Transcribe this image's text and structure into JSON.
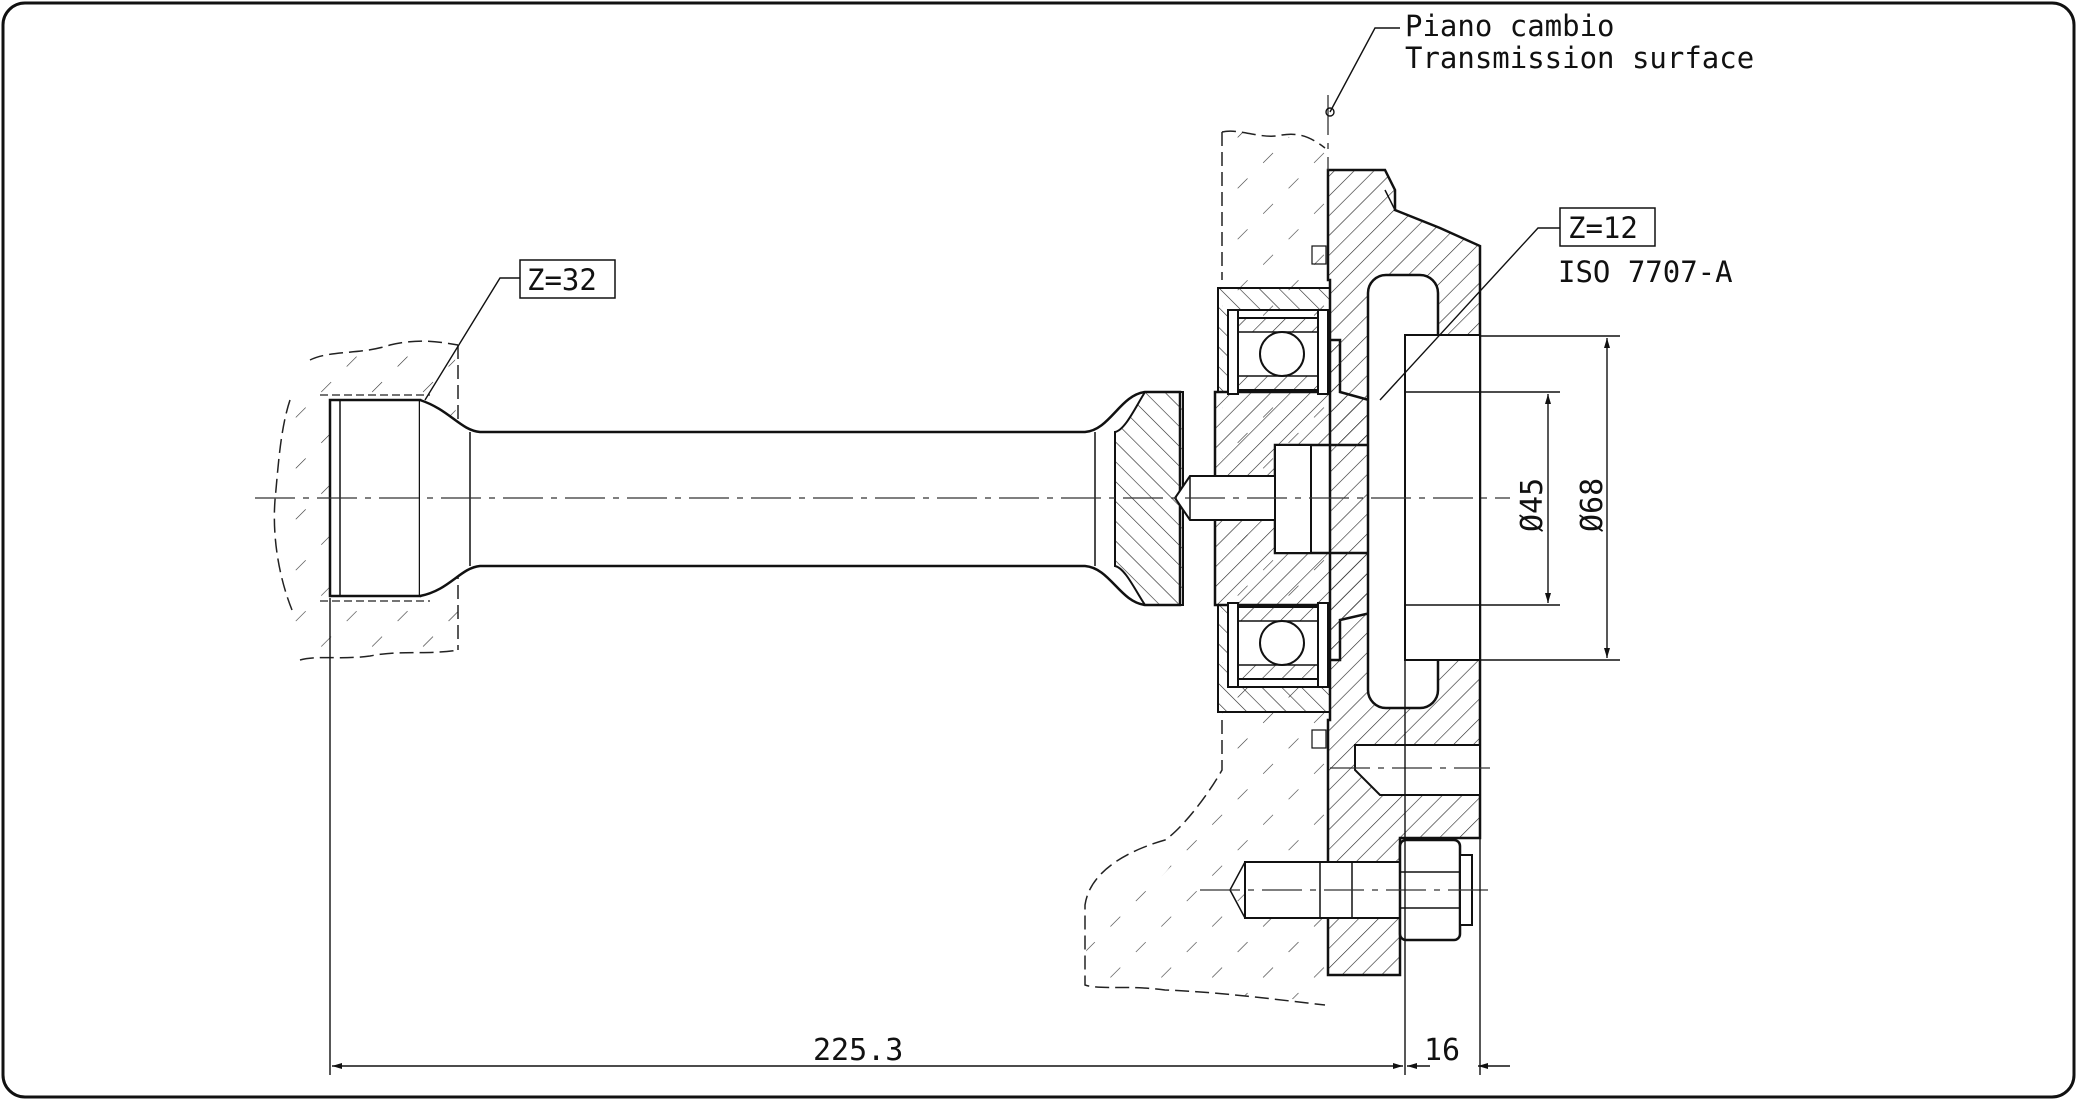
{
  "annotations": {
    "surface_it": "Piano cambio",
    "surface_en": "Transmission surface",
    "z32": "Z=32",
    "z12": "Z=12",
    "iso": "ISO 7707-A"
  },
  "dimensions": {
    "length_total": "225.3",
    "length_flange": "16",
    "dia_bore": "Ø45",
    "dia_outer": "Ø68"
  },
  "colors": {
    "line": "#111111",
    "hatch": "#222222",
    "background": "#ffffff"
  }
}
